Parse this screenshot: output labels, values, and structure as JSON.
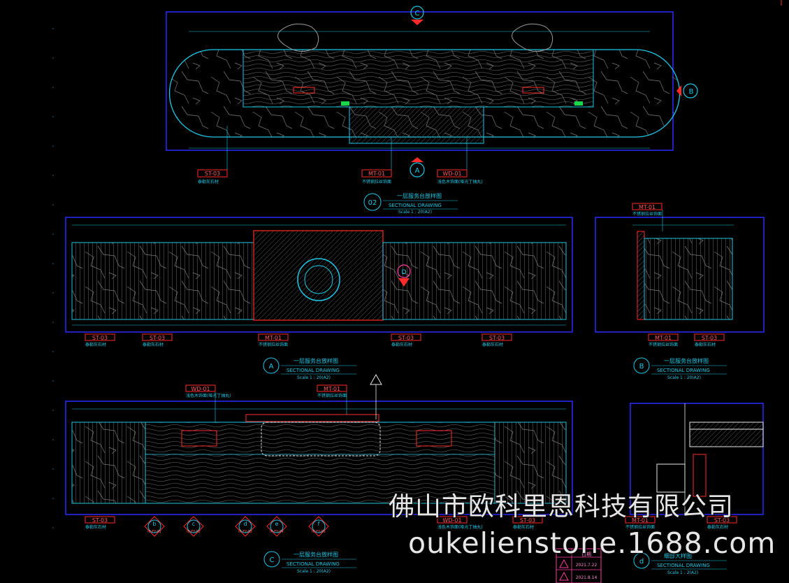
{
  "palette": {
    "frame": "#2a2aff",
    "cyan": "#1ec8e6",
    "red": "#ff2a2a",
    "green": "#18d84a",
    "grey": "#9a9a9a",
    "white": "#e8e8e8",
    "magenta": "#ff3aa0"
  },
  "plan": {
    "callout_top": "C",
    "callout_right": "B",
    "callout_bottom": "A",
    "tags": [
      {
        "code": "ST-03",
        "desc": "泰勒灰石材"
      },
      {
        "code": "MT-01",
        "desc": "不锈钢拉丝饰面"
      },
      {
        "code": "WD-01",
        "desc": "浅色木饰面(哑光丁抽丸)"
      }
    ],
    "title_num": "02",
    "title_cn": "一层服务台放样图",
    "title_en": "SECTIONAL DRAWING",
    "scale": "Scale 1 : 20(A2)"
  },
  "elevA": {
    "letter": "A",
    "title_cn": "一层服务台放样图",
    "title_en": "SECTIONAL DRAWING",
    "scale": "Scale 1 : 20(A2)",
    "callout": "D",
    "tags": [
      {
        "code": "ST-03",
        "desc": "泰勒灰石材"
      },
      {
        "code": "ST-03",
        "desc": "泰勒灰石材"
      },
      {
        "code": "MT-01",
        "desc": "不锈钢拉丝饰面"
      },
      {
        "code": "ST-03",
        "desc": "泰勒灰石材"
      },
      {
        "code": "ST-03",
        "desc": "泰勒灰石材"
      }
    ]
  },
  "elevB": {
    "letter": "B",
    "title_cn": "一层服务台放样图",
    "title_en": "SECTIONAL DRAWING",
    "scale": "Scale 1 : 20(A2)",
    "tags": [
      {
        "code": "MT-01",
        "desc": "不锈钢拉丝饰面"
      },
      {
        "code": "MT-01",
        "desc": "不锈钢拉丝饰面"
      },
      {
        "code": "ST-03",
        "desc": "泰勒灰石材"
      }
    ]
  },
  "elevC": {
    "letter": "C",
    "title_cn": "一层服务台放样图",
    "title_en": "SECTIONAL DRAWING",
    "scale": "Scale 1 : 20(A2)",
    "tags_top": [
      {
        "code": "WD-01",
        "desc": "浅色木饰面(哑光丁抽丸)"
      },
      {
        "code": "MT-01",
        "desc": "不锈钢拉丝饰面"
      }
    ],
    "tags_bottom": [
      {
        "code": "ST-03",
        "desc": "泰勒灰石材"
      },
      {
        "code": "WD-01",
        "desc": "浅色木饰面(哑光丁抽丸)"
      },
      {
        "code": "ST-03",
        "desc": "泰勒灰石材"
      }
    ],
    "sections": [
      "b",
      "c",
      "d",
      "e",
      "f"
    ],
    "section_refs": [
      "IF-FY-01",
      "IF-FY-02",
      "IF-FY-03",
      "IF-FY-04",
      "IF-FY-05"
    ]
  },
  "detail": {
    "letter": "d",
    "title_cn": "细部大样图",
    "title_en": "SECTIONAL DRAWING",
    "scale": "Scale 1 : 2(A2)",
    "tags": [
      {
        "code": "MT-01",
        "desc": "不锈钢拉丝饰面"
      },
      {
        "code": "ST-03",
        "desc": "泰勒灰石材"
      }
    ]
  },
  "revisions": {
    "header": "日期",
    "rows": [
      "2021.7.22",
      "2021.8.14"
    ]
  },
  "watermark": {
    "company": "佛山市欧科里恩科技有限公司",
    "url": "oukelienstone.1688.com"
  }
}
